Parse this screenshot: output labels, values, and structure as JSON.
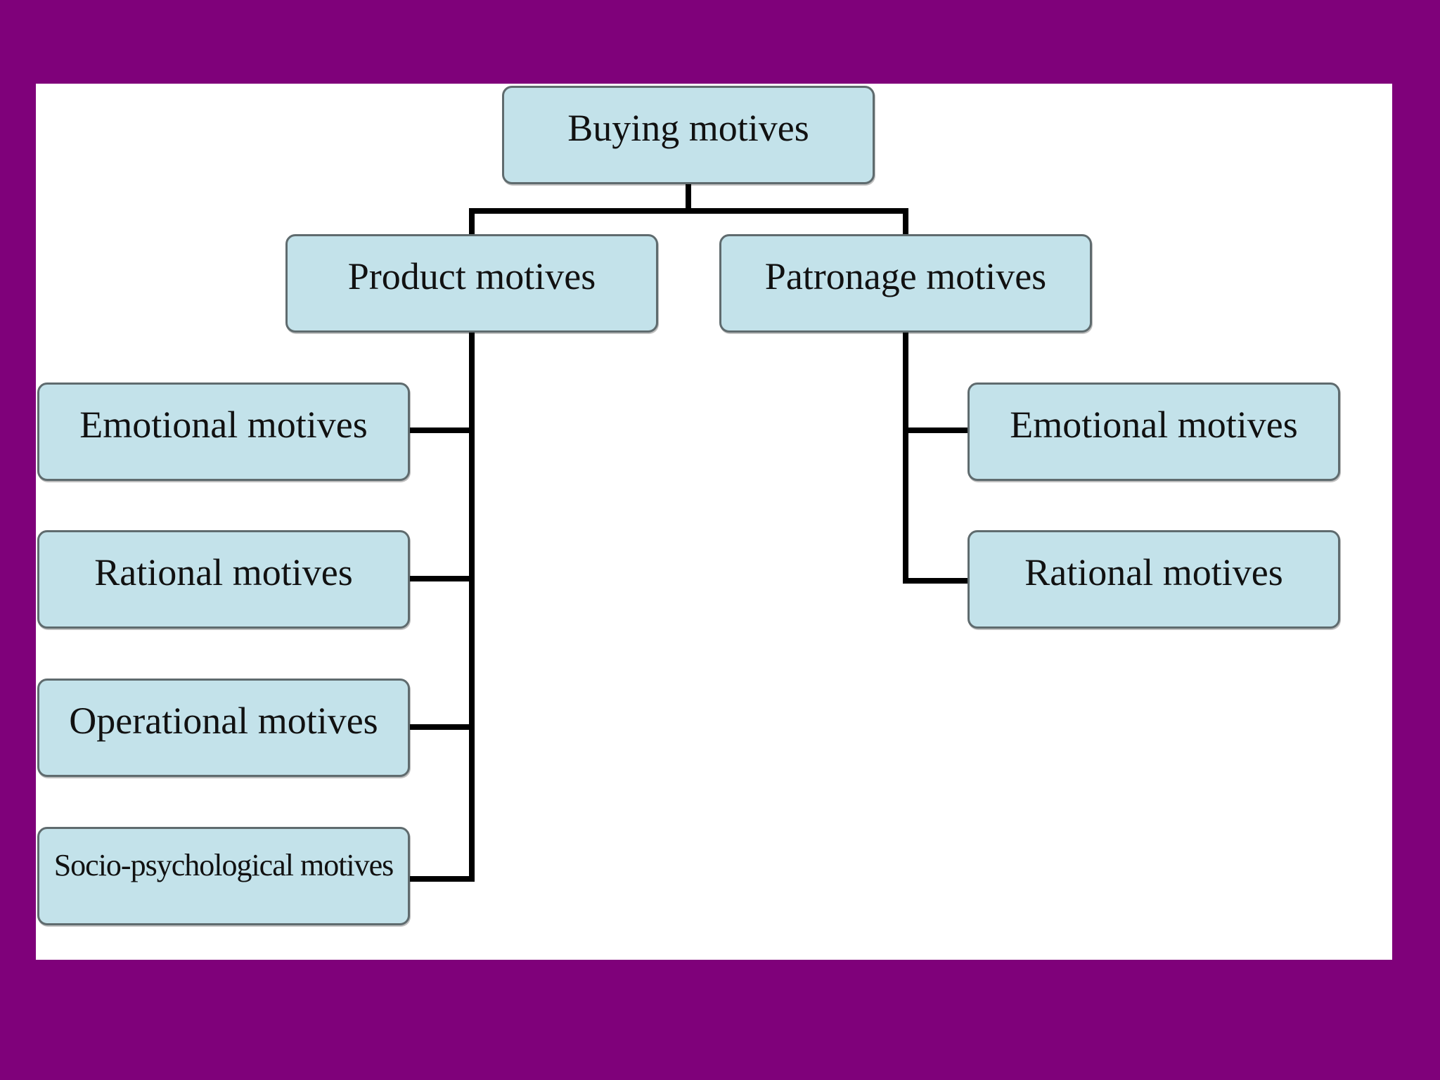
{
  "colors": {
    "frame": "#7f017a",
    "panel": "#ffffff",
    "node_fill": "#c3e2ea",
    "node_border": "#5f6b6e",
    "connector": "#000000"
  },
  "diagram": {
    "root": {
      "label": "Buying motives"
    },
    "product": {
      "label": "Product motives",
      "children": [
        {
          "label": "Emotional motives"
        },
        {
          "label": "Rational motives"
        },
        {
          "label": "Operational motives"
        },
        {
          "label": "Socio-psychological motives"
        }
      ]
    },
    "patronage": {
      "label": "Patronage motives",
      "children": [
        {
          "label": "Emotional motives"
        },
        {
          "label": "Rational motives"
        }
      ]
    }
  }
}
